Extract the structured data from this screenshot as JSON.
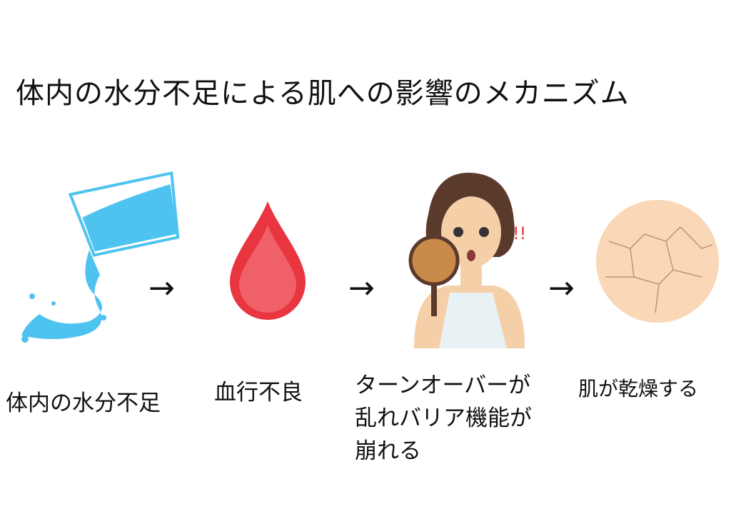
{
  "title": "体内の水分不足による肌への影響のメカニズム",
  "steps": [
    {
      "label": "体内の水分不足",
      "icon": "pouring-water-glass-icon"
    },
    {
      "label": "血行不良",
      "icon": "blood-drop-icon"
    },
    {
      "label_lines": [
        "ターンオーバーが",
        "乱れバリア機能が",
        "崩れる"
      ],
      "icon": "woman-magnifier-icon"
    },
    {
      "label": "肌が乾燥する",
      "icon": "dry-skin-icon"
    }
  ],
  "arrow": "→",
  "colors": {
    "water": "#4fc3f0",
    "blood": "#e8353f",
    "skin": "#fad7b6"
  }
}
